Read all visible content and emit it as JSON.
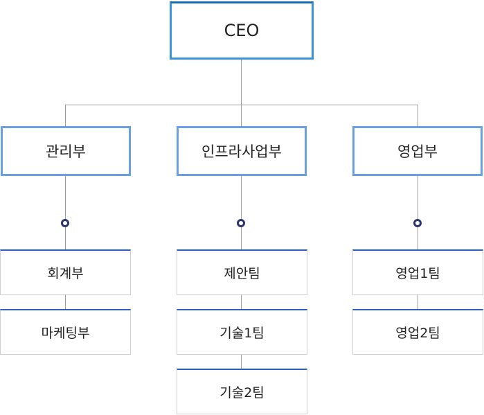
{
  "ceo": "CEO",
  "departments": [
    {
      "name": "관리부",
      "teams": [
        "회계부",
        "마케팅부"
      ]
    },
    {
      "name": "인프라사업부",
      "teams": [
        "제안팀",
        "기술1팀",
        "기술2팀"
      ]
    },
    {
      "name": "영업부",
      "teams": [
        "영업1팀",
        "영업2팀"
      ]
    }
  ],
  "colors": {
    "ceo_border": "#3a92d8",
    "dept_border": "#6aa0e0",
    "team_top_border": "#2a5fb4",
    "node_ring": "#2c3470",
    "connector": "#9a9a9a"
  }
}
